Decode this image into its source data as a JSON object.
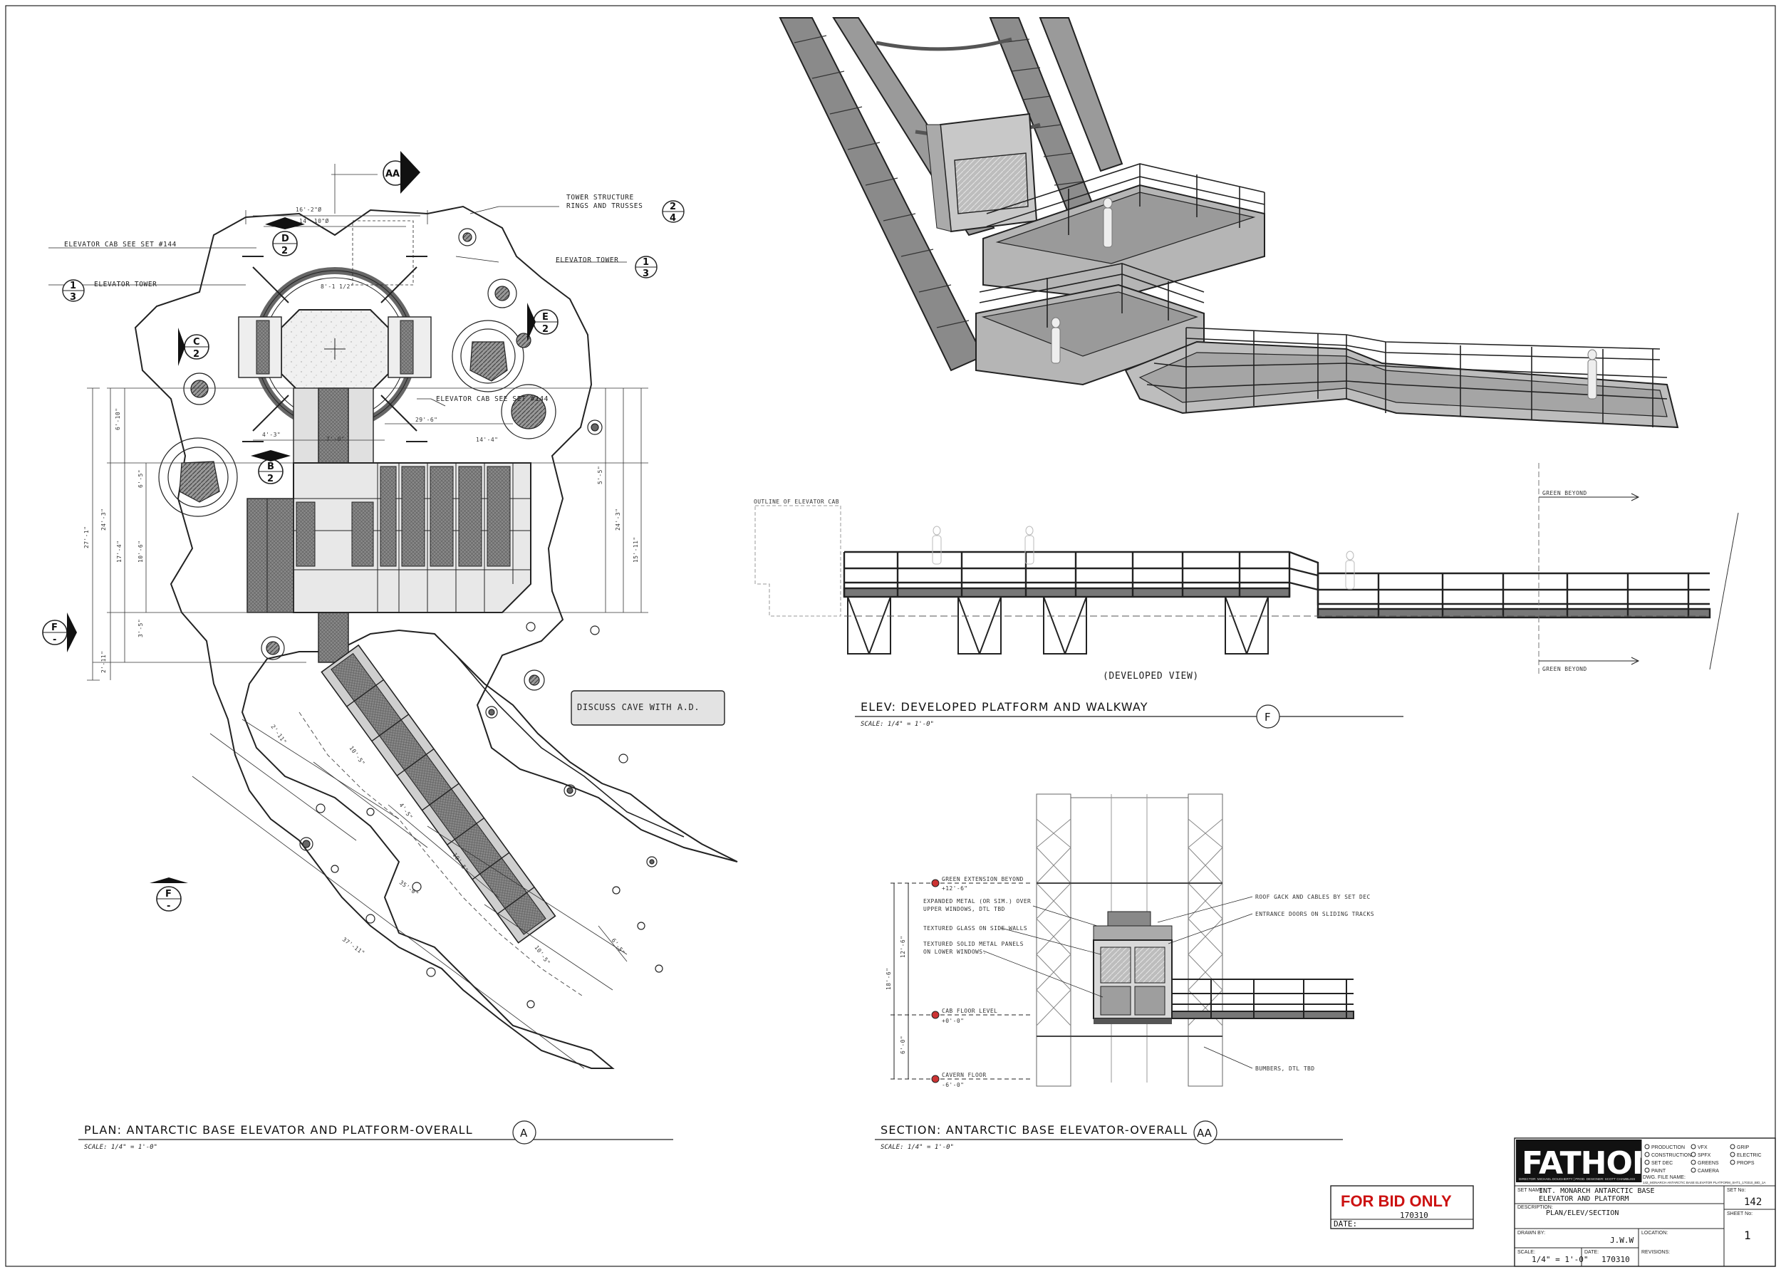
{
  "plan": {
    "title": "PLAN: ANTARCTIC BASE ELEVATOR AND PLATFORM-OVERALL",
    "scale": "SCALE: 1/4\" = 1'-0\"",
    "bubble": "A",
    "callouts": {
      "cab_see_set_144_top": "ELEVATOR CAB SEE SET #144",
      "elevator_tower_left": "ELEVATOR TOWER",
      "tower_structure_1": "TOWER STRUCTURE",
      "tower_structure_2": "RINGS AND TRUSSES",
      "elevator_tower_right": "ELEVATOR TOWER",
      "cab_see_set_144_mid": "ELEVATOR CAB SEE SET #144"
    },
    "note": "DISCUSS CAVE WITH A.D.",
    "section_markers": {
      "aa": "AA",
      "d": "D",
      "d_sheet": "2",
      "c": "C",
      "c_sheet": "2",
      "e": "E",
      "e_sheet": "2",
      "b": "B",
      "b_sheet": "2",
      "f": "F",
      "f_sheet": "-",
      "f2": "F",
      "f2_sheet": "-",
      "r1_top": "2",
      "r1_bot": "4",
      "r2_top": "1",
      "r2_bot": "3",
      "r3_top": "1",
      "r3_bot": "3"
    },
    "dims": {
      "top1": "16'-2\"Ø",
      "top2": "14'-10\"Ø",
      "ring": "8'-1 1/2\"",
      "w1": "4'-3\"",
      "w2": "7'-0\"",
      "w3": "29'-6\"",
      "w4": "14'-4\"",
      "l1": "6'-10\"",
      "l2": "6'-5\"",
      "l3": "24'-3\"",
      "l4": "10'-6\"",
      "l5": "17'-4\"",
      "l6": "27'-1\"",
      "l7": "3'-5\"",
      "l8": "2'-11\"",
      "r1": "5'-5\"",
      "r2": "24'-3\"",
      "r3": "15'-11\"",
      "d1": "2'-11\"",
      "d2": "10'-5\"",
      "d3": "4'-5\"",
      "d4": "10'-5\"",
      "d5": "35'-0\"",
      "d6": "37'-11\"",
      "d7": "10'-5\"",
      "d8": "6'-5\""
    }
  },
  "elev": {
    "title": "ELEV: DEVELOPED PLATFORM AND WALKWAY",
    "scale": "SCALE: 1/4\" = 1'-0\"",
    "bubble": "F",
    "outline_label": "OUTLINE OF ELEVATOR CAB",
    "green_top": "GREEN BEYOND",
    "green_bottom": "GREEN BEYOND",
    "developed": "(DEVELOPED VIEW)"
  },
  "section": {
    "title": "SECTION: ANTARCTIC BASE ELEVATOR-OVERALL",
    "scale": "SCALE: 1/4\" = 1'-0\"",
    "bubble": "AA",
    "green_ext": "GREEN EXTENSION BEYOND",
    "green_ext_el": "+12'-6\"",
    "cab_floor": "CAB FLOOR LEVEL",
    "cab_floor_el": "+0'-0\"",
    "cavern": "CAVERN FLOOR",
    "cavern_el": "-6'-0\"",
    "notes_left": [
      "EXPANDED METAL (OR SIM.) OVER",
      "UPPER WINDOWS, DTL TBD",
      "TEXTURED GLASS ON SIDE WALLS",
      "TEXTURED SOLID METAL PANELS",
      "ON LOWER WINDOWS."
    ],
    "notes_right": [
      "ROOF GACK AND CABLES BY SET DEC",
      "ENTRANCE DOORS ON SLIDING TRACKS",
      "BUMBERS, DTL TBD"
    ],
    "dims": {
      "d1": "18'-6\"",
      "d2": "12'-6\"",
      "d3": "6'-0\""
    }
  },
  "stamp": {
    "label": "FOR BID ONLY",
    "date_label": "DATE:",
    "date_value": "170310"
  },
  "titleblock": {
    "logo": "FATHOM",
    "logo_sub": "DIRECTOR: MICHAEL DOUGHERTY | PROD. DESIGNER: SCOTT CHAMBLISS",
    "checks": [
      "PRODUCTION",
      "CONSTRUCTION",
      "SET DEC",
      "PAINT",
      "VFX",
      "SPFX",
      "GREENS",
      "CAMERA",
      "GRIP",
      "ELECTRIC",
      "PROPS"
    ],
    "dwg_file_label": "DWG. FILE NAME:",
    "dwg_file_value": "142_MONARCH ANTARCTIC BASE ELEVATOR PLATFORM_SHT1_170310_BID_1A",
    "set_name_label": "SET NAME:",
    "set_name_1": "INT. MONARCH ANTARCTIC BASE",
    "set_name_2": "ELEVATOR AND PLATFORM",
    "set_no_label": "SET No:",
    "set_no": "142",
    "description_label": "DESCRIPTION:",
    "description": "PLAN/ELEV/SECTION",
    "sheet_no_label": "SHEET No:",
    "sheet_no": "1",
    "drawn_by_label": "DRAWN BY:",
    "drawn_by": "J.W.W",
    "location_label": "LOCATION:",
    "scale_label": "SCALE:",
    "scale": "1/4\" = 1'-0\"",
    "date_label": "DATE:",
    "date": "170310",
    "revisions_label": "REVISIONS:"
  }
}
